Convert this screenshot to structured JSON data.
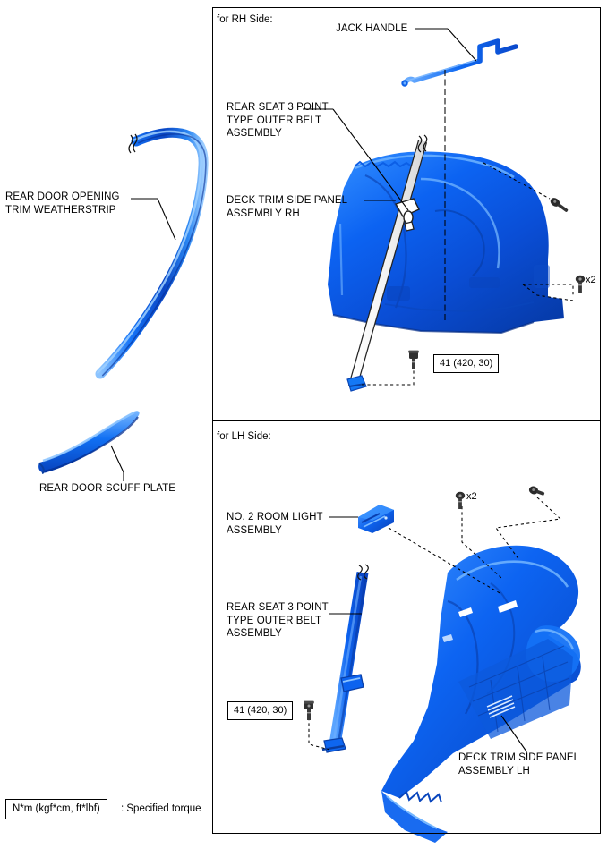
{
  "document": {
    "type": "automotive-service-exploded-diagram",
    "title_implied": "Deck Trim Side Panel / Rear Seat Belt Components"
  },
  "panels": [
    {
      "id": "rh",
      "heading": "for RH Side:"
    },
    {
      "id": "lh",
      "heading": "for LH Side:"
    }
  ],
  "left_column": {
    "labels": [
      {
        "id": "weatherstrip",
        "text": "REAR DOOR OPENING\nTRIM WEATHERSTRIP"
      },
      {
        "id": "scuff_plate",
        "text": "REAR DOOR SCUFF PLATE"
      }
    ]
  },
  "rh_panel": {
    "labels": [
      {
        "id": "jack-handle",
        "text": "JACK HANDLE"
      },
      {
        "id": "belt-rh",
        "text": "REAR SEAT 3 POINT\nTYPE OUTER BELT\nASSEMBLY"
      },
      {
        "id": "deck-trim-rh",
        "text": "DECK TRIM SIDE PANEL\nASSEMBLY RH"
      }
    ],
    "torque_boxes": [
      {
        "id": "belt-anchor-bolt-rh",
        "text": "41 (420, 30)"
      }
    ],
    "quantity_markers": [
      {
        "id": "clip-x2-rh",
        "text": "x2"
      }
    ]
  },
  "lh_panel": {
    "labels": [
      {
        "id": "room-light",
        "text": "NO. 2 ROOM LIGHT\nASSEMBLY"
      },
      {
        "id": "belt-lh",
        "text": "REAR SEAT 3 POINT\nTYPE OUTER BELT\nASSEMBLY"
      },
      {
        "id": "deck-trim-lh",
        "text": "DECK TRIM SIDE PANEL\nASSEMBLY LH"
      }
    ],
    "torque_boxes": [
      {
        "id": "belt-anchor-bolt-lh",
        "text": "41 (420, 30)"
      }
    ],
    "quantity_markers": [
      {
        "id": "clip-x2-lh",
        "text": "x2"
      }
    ]
  },
  "legend": {
    "unit_box": "N*m (kgf*cm, ft*lbf)",
    "description": ": Specified torque"
  },
  "colors": {
    "part_blue": "#0b5ef0",
    "part_blue_light": "#4d9bff",
    "part_blue_dark": "#0536a8",
    "line_black": "#000000",
    "background": "#ffffff"
  }
}
